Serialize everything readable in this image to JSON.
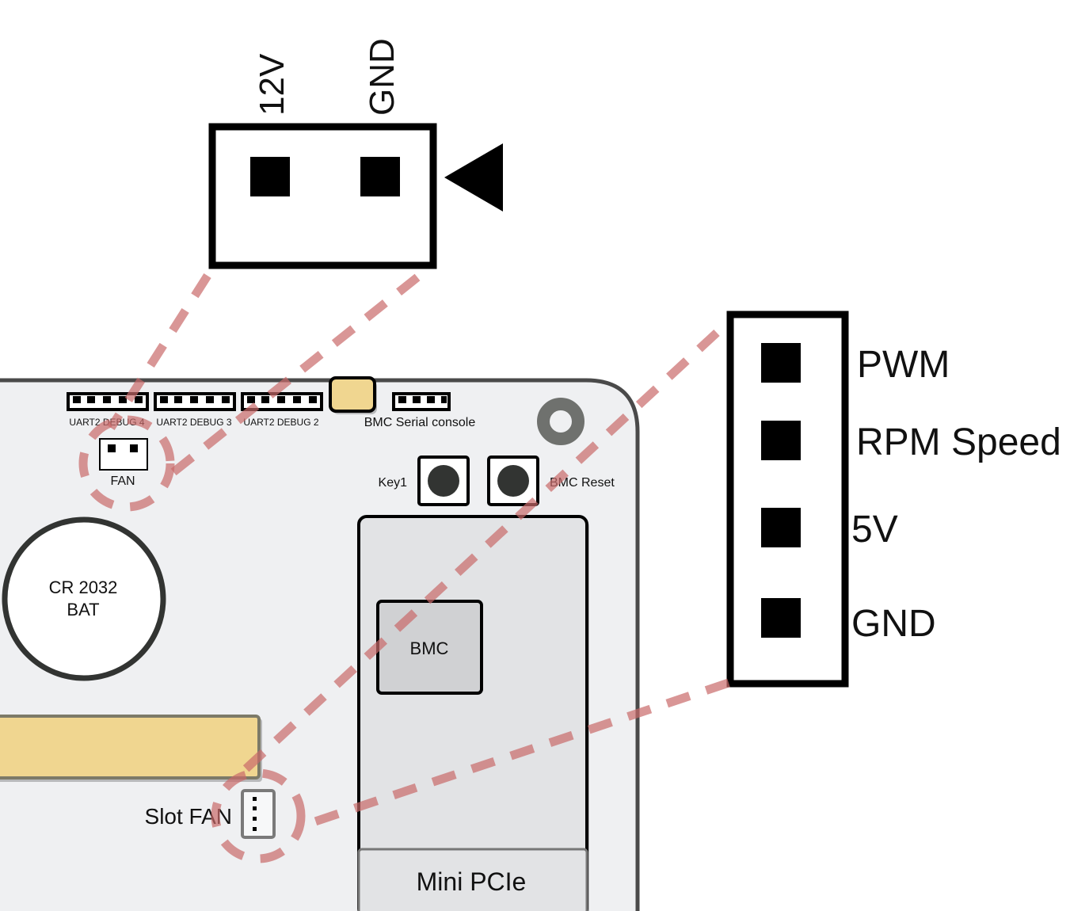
{
  "title": "BMC board fan connector pinout",
  "colors": {
    "board_fill": "#eff0f2",
    "board_edge": "#4a4a4a",
    "leader_line": "#c96a6a",
    "connector_yellow": "#f0d690",
    "mount_hole": "#6f716e",
    "module_fill": "#e2e3e5",
    "bmc_chip_fill": "#d0d1d3"
  },
  "fan_connector_2pin": {
    "name": "FAN",
    "pins": [
      "12V",
      "GND"
    ],
    "pin1_marker": "triangle-left"
  },
  "slot_fan_connector_4pin": {
    "name": "Slot FAN",
    "pins": [
      "PWM",
      "RPM Speed",
      "5V",
      "GND"
    ]
  },
  "board": {
    "uart_headers": [
      "UART2 DEBUG 4",
      "UART2 DEBUG 3",
      "UART2 DEBUG 2"
    ],
    "bmc_serial_console": "BMC Serial console",
    "fan_header": "FAN",
    "buttons": [
      "Key1",
      "BMC Reset"
    ],
    "battery": {
      "line1": "CR 2032",
      "line2": "BAT"
    },
    "bmc_chip": "BMC",
    "mini_pcie": "Mini PCIe",
    "slot_fan": "Slot FAN"
  }
}
